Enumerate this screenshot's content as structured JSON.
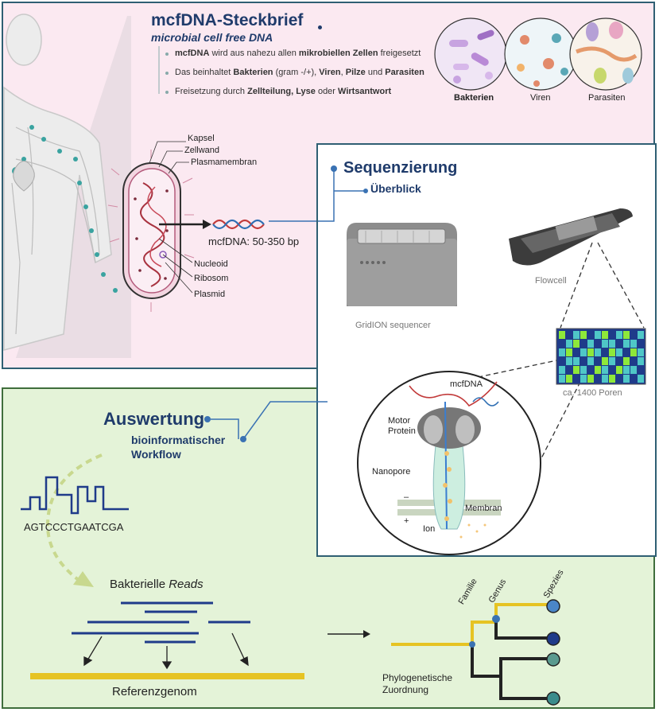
{
  "colors": {
    "top_bg": "#fbe9f1",
    "bottom_bg": "#e4f3d8",
    "border_blue": "#2f5f73",
    "border_green": "#3f6e3c",
    "title_blue": "#1f3b6b",
    "reference_yellow": "#e6c323",
    "read_navy": "#1f3b8a"
  },
  "steckbrief": {
    "title": "mcfDNA-Steckbrief",
    "subtitle": "microbial cell free DNA",
    "bullets": [
      {
        "parts": [
          [
            "mcfDNA",
            true
          ],
          [
            " wird aus nahezu allen ",
            false
          ],
          [
            "mikrobiellen Zellen",
            true
          ],
          [
            " freigesetzt",
            false
          ]
        ]
      },
      {
        "parts": [
          [
            "Das beinhaltet ",
            false
          ],
          [
            "Bakterien",
            true
          ],
          [
            " (gram -/+), ",
            false
          ],
          [
            "Viren",
            true
          ],
          [
            ", ",
            false
          ],
          [
            "Pilze",
            true
          ],
          [
            " und ",
            false
          ],
          [
            "Parasiten",
            true
          ]
        ]
      },
      {
        "parts": [
          [
            "Freisetzung durch ",
            false
          ],
          [
            "Zellteilung, Lyse",
            true
          ],
          [
            " oder ",
            false
          ],
          [
            "Wirtsantwort",
            true
          ]
        ]
      }
    ]
  },
  "microbes": {
    "bacteria": "Bakterien",
    "viruses": "Viren",
    "parasites": "Parasiten"
  },
  "bacterium": {
    "capsule": "Kapsel",
    "cell_wall": "Zellwand",
    "plasma_membrane": "Plasmamembran",
    "nucleoid": "Nucleoid",
    "ribosome": "Ribosom",
    "plasmid": "Plasmid",
    "mcfdna_size": "mcfDNA: 50-350 bp"
  },
  "sequencing": {
    "title": "Sequenzierung",
    "subtitle": "Überblick",
    "gridion": "GridION sequencer",
    "flowcell": "Flowcell",
    "pores": "ca. 1400  Poren",
    "pore_grid": [
      [
        1,
        0,
        1,
        1,
        0,
        1,
        1,
        0,
        1,
        1,
        0,
        1
      ],
      [
        0,
        1,
        1,
        0,
        1,
        0,
        1,
        1,
        0,
        1,
        1,
        0
      ],
      [
        1,
        1,
        0,
        1,
        1,
        1,
        0,
        1,
        1,
        0,
        1,
        1
      ],
      [
        0,
        1,
        1,
        0,
        1,
        0,
        1,
        1,
        0,
        1,
        0,
        1
      ],
      [
        1,
        0,
        1,
        1,
        0,
        1,
        1,
        0,
        1,
        1,
        1,
        0
      ],
      [
        1,
        1,
        0,
        1,
        1,
        0,
        1,
        1,
        0,
        1,
        0,
        1
      ]
    ],
    "nanopore_labels": {
      "mcfdna": "mcfDNA",
      "motor_protein": "Motor\nProtein",
      "nanopore": "Nanopore",
      "membrane": "Membran",
      "ion": "Ion",
      "plus": "+",
      "minus": "–"
    }
  },
  "evaluation": {
    "title": "Auswertung",
    "subtitle": "bioinformatischer\nWorkflow",
    "sequence": "AGTCCCTGAATCGA",
    "reads_label_prefix": "Bakterielle ",
    "reads_label_italic": "Reads",
    "reference": "Referenzgenom",
    "tree_label": "Phylogenetische\nZuordnung",
    "ranks": [
      "Familie",
      "Genus",
      "Spezies"
    ]
  }
}
